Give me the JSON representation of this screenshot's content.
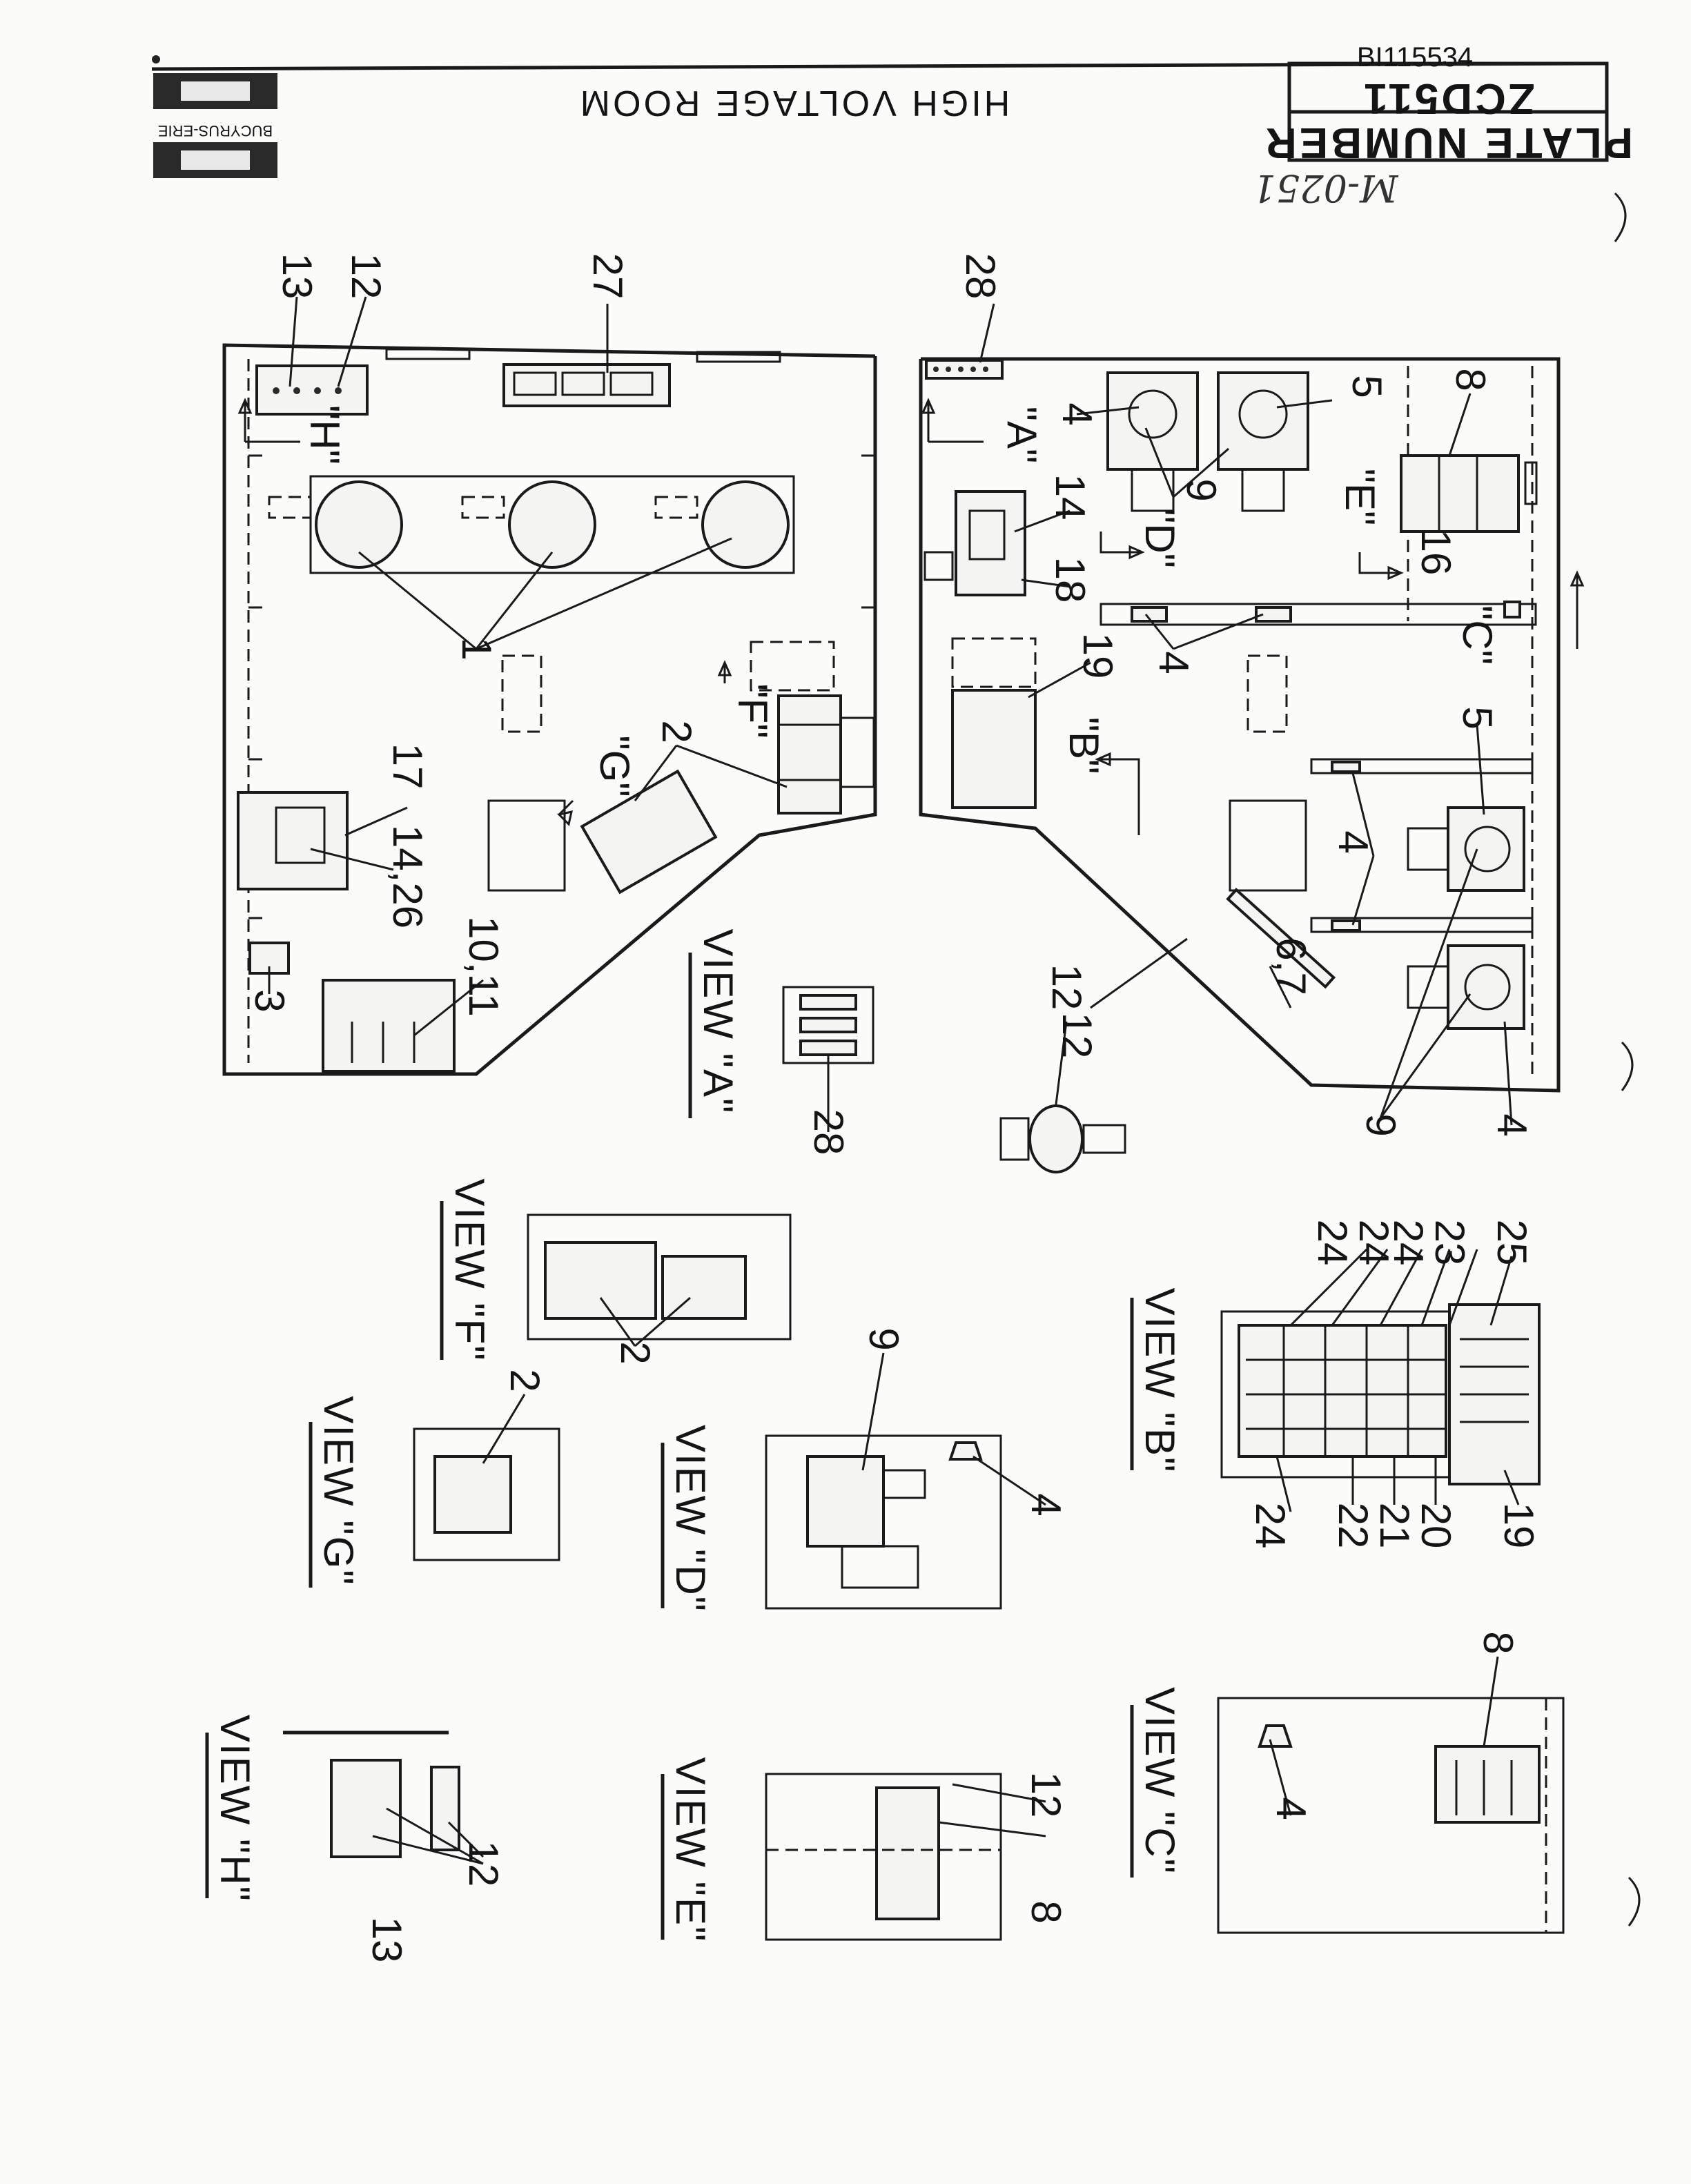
{
  "header": {
    "title": "HIGH VOLTAGE ROOM",
    "plate_label": "PLATE NUMBER",
    "plate_number": "ZCD511",
    "doc_id": "BI115534",
    "handwritten_note": "M-0251",
    "logo_text": "BUCYRUS-ERIE"
  },
  "callouts": {
    "c1": "1",
    "c2": "2",
    "c2b": "2",
    "c2c": "2",
    "c3": "3",
    "c4a": "4",
    "c4b": "4",
    "c4c": "4",
    "c4d": "4",
    "c4e": "4",
    "c4f": "4",
    "c5a": "5",
    "c5b": "5",
    "c6_7": "6,7",
    "c8a": "8",
    "c8b": "8",
    "c8c": "8",
    "c9a": "9",
    "c9b": "9",
    "c9c": "9",
    "c10_11": "10,11",
    "c12a": "12",
    "c12b": "12",
    "c12c": "12",
    "c12d": "12",
    "c12e": "12",
    "c13a": "13",
    "c13b": "13",
    "c14": "14",
    "c14_26": "14,26",
    "c16": "16",
    "c17": "17",
    "c18": "18",
    "c19a": "19",
    "c19b": "19",
    "c20": "20",
    "c21": "21",
    "c22": "22",
    "c23": "23",
    "c24a": "24",
    "c24b": "24",
    "c24c": "24",
    "c24d": "24",
    "c25": "25",
    "c27": "27",
    "c28a": "28",
    "c28b": "28"
  },
  "view_markers": {
    "A": "\"A\"",
    "B": "\"B\"",
    "C": "\"C\"",
    "D": "\"D\"",
    "E": "\"E\"",
    "F": "\"F\"",
    "G": "\"G\"",
    "H": "\"H\""
  },
  "view_titles": {
    "A": "VIEW \"A\"",
    "B": "VIEW \"B\"",
    "C": "VIEW \"C\"",
    "D": "VIEW \"D\"",
    "E": "VIEW \"E\"",
    "F": "VIEW \"F\"",
    "G": "VIEW \"G\"",
    "H": "VIEW \"H\""
  }
}
